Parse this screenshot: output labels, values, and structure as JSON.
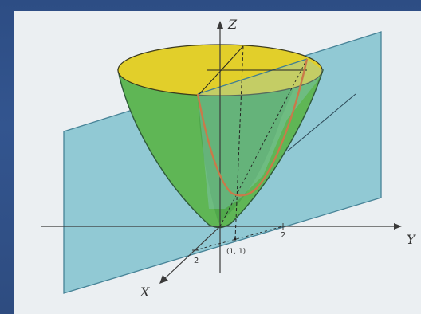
{
  "axes": {
    "z_label": "Z",
    "y_label": "Y",
    "x_label": "X"
  },
  "ticks": {
    "y_tick": "2",
    "x_tick": "2"
  },
  "point": {
    "label": "(1, 1)"
  },
  "colors": {
    "slide_background": "#ebeff2",
    "frame": "#2f4f86",
    "plane": "#8dc8d3",
    "paraboloid_side": "#58b24e",
    "paraboloid_top": "#e2cf2a",
    "curve": "#c97a4a",
    "axis": "#3a3a3a"
  }
}
